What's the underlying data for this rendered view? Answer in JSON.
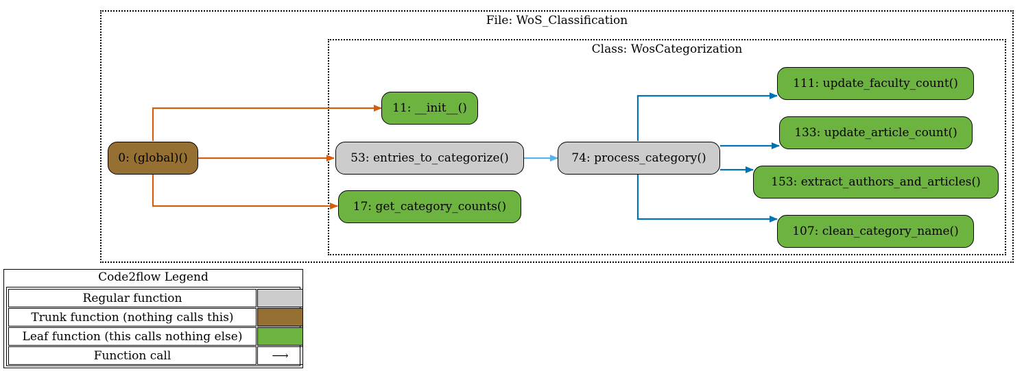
{
  "file_cluster": {
    "label": "File: WoS_Classification"
  },
  "class_cluster": {
    "label": "Class: WosCategorization"
  },
  "nodes": {
    "global": {
      "label": "0: (global)()",
      "kind": "trunk"
    },
    "init": {
      "label": "11: __init__()",
      "kind": "leaf"
    },
    "entries": {
      "label": "53: entries_to_categorize()",
      "kind": "regular"
    },
    "get_counts": {
      "label": "17: get_category_counts()",
      "kind": "leaf"
    },
    "process": {
      "label": "74: process_category()",
      "kind": "regular"
    },
    "faculty": {
      "label": "111: update_faculty_count()",
      "kind": "leaf"
    },
    "article": {
      "label": "133: update_article_count()",
      "kind": "leaf"
    },
    "extract": {
      "label": "153: extract_authors_and_articles()",
      "kind": "leaf"
    },
    "clean": {
      "label": "107: clean_category_name()",
      "kind": "leaf"
    }
  },
  "edges": [
    {
      "from": "global",
      "to": "init",
      "color": "#d35f0d"
    },
    {
      "from": "global",
      "to": "entries",
      "color": "#d35f0d"
    },
    {
      "from": "global",
      "to": "get_counts",
      "color": "#d35f0d"
    },
    {
      "from": "entries",
      "to": "process",
      "color": "#56b4e9"
    },
    {
      "from": "process",
      "to": "faculty",
      "color": "#0072b2"
    },
    {
      "from": "process",
      "to": "article",
      "color": "#0072b2"
    },
    {
      "from": "process",
      "to": "extract",
      "color": "#0072b2"
    },
    {
      "from": "process",
      "to": "clean",
      "color": "#0072b2"
    }
  ],
  "colors": {
    "regular": "#cccccc",
    "trunk": "#966f33",
    "leaf": "#6db33f"
  },
  "legend": {
    "title": "Code2flow Legend",
    "rows": [
      {
        "label": "Regular function",
        "kind": "regular"
      },
      {
        "label": "Trunk function (nothing calls this)",
        "kind": "trunk"
      },
      {
        "label": "Leaf function (this calls nothing else)",
        "kind": "leaf"
      },
      {
        "label": "Function call",
        "symbol": "⟶"
      }
    ]
  }
}
